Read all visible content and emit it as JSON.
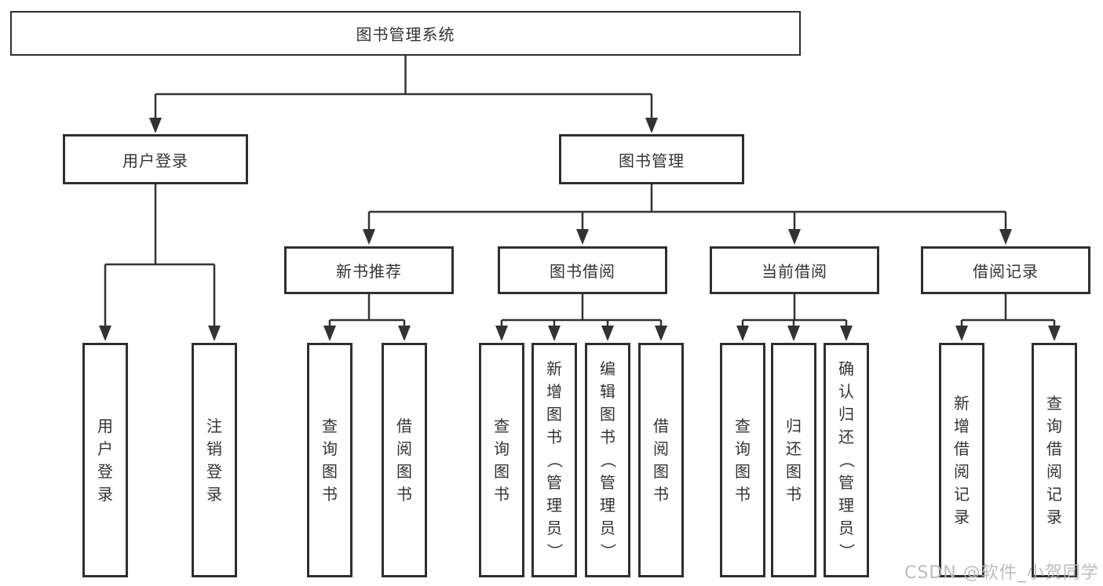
{
  "colors": {
    "background": "#ffffff",
    "box_border": "#2f2f2f",
    "line": "#333333",
    "text": "#333333",
    "watermark": "#b9b9b9"
  },
  "watermark": {
    "text": "CSDN @软件_小贺同学"
  },
  "tree": {
    "label": "图书管理系统",
    "children": [
      {
        "label": "用户登录",
        "children": [
          {
            "label": "用户登录"
          },
          {
            "label": "注销登录"
          }
        ]
      },
      {
        "label": "图书管理",
        "children": [
          {
            "label": "新书推荐",
            "children": [
              {
                "label": "查询图书"
              },
              {
                "label": "借阅图书"
              }
            ]
          },
          {
            "label": "图书借阅",
            "children": [
              {
                "label": "查询图书"
              },
              {
                "label": "新增图书（管理员）"
              },
              {
                "label": "编辑图书（管理员）"
              },
              {
                "label": "借阅图书"
              }
            ]
          },
          {
            "label": "当前借阅",
            "children": [
              {
                "label": "查询图书"
              },
              {
                "label": "归还图书"
              },
              {
                "label": "确认归还（管理员）"
              }
            ]
          },
          {
            "label": "借阅记录",
            "children": [
              {
                "label": "新增借阅记录"
              },
              {
                "label": "查询借阅记录"
              }
            ]
          }
        ]
      }
    ]
  }
}
